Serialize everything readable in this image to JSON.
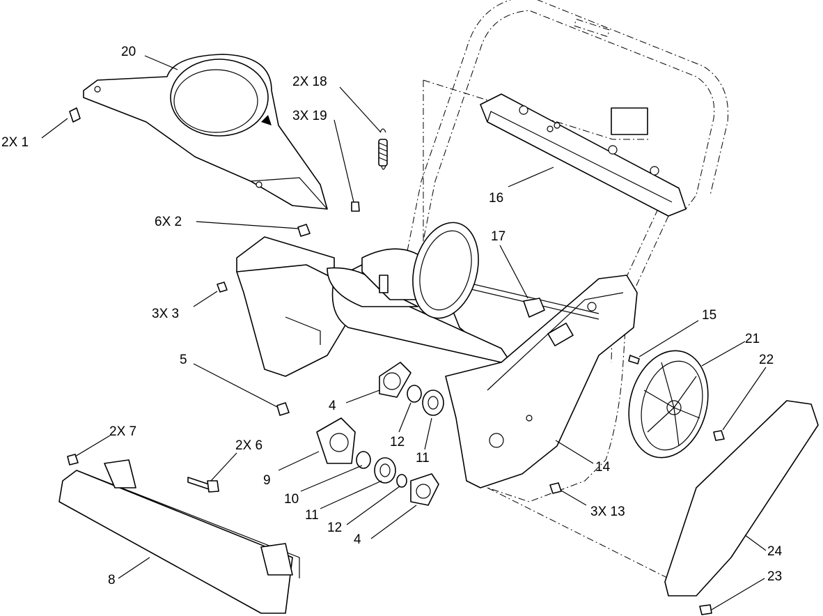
{
  "labels": [
    {
      "id": "20",
      "text": "20"
    },
    {
      "id": "2x1",
      "text": "2X  1"
    },
    {
      "id": "2x18",
      "text": "2X  18"
    },
    {
      "id": "3x19",
      "text": "3X  19"
    },
    {
      "id": "6x2",
      "text": "6X  2"
    },
    {
      "id": "16",
      "text": "16"
    },
    {
      "id": "17",
      "text": "17"
    },
    {
      "id": "3x3",
      "text": "3X  3"
    },
    {
      "id": "15",
      "text": "15"
    },
    {
      "id": "21",
      "text": "21"
    },
    {
      "id": "22",
      "text": "22"
    },
    {
      "id": "5",
      "text": "5"
    },
    {
      "id": "4a",
      "text": "4"
    },
    {
      "id": "12a",
      "text": "12"
    },
    {
      "id": "11a",
      "text": "11"
    },
    {
      "id": "2x7",
      "text": "2X  7"
    },
    {
      "id": "2x6",
      "text": "2X  6"
    },
    {
      "id": "9",
      "text": "9"
    },
    {
      "id": "10",
      "text": "10"
    },
    {
      "id": "11b",
      "text": "11"
    },
    {
      "id": "12b",
      "text": "12"
    },
    {
      "id": "4b",
      "text": "4"
    },
    {
      "id": "14",
      "text": "14"
    },
    {
      "id": "3x13",
      "text": "3X  13"
    },
    {
      "id": "24",
      "text": "24"
    },
    {
      "id": "23",
      "text": "23"
    },
    {
      "id": "8",
      "text": "8"
    }
  ]
}
